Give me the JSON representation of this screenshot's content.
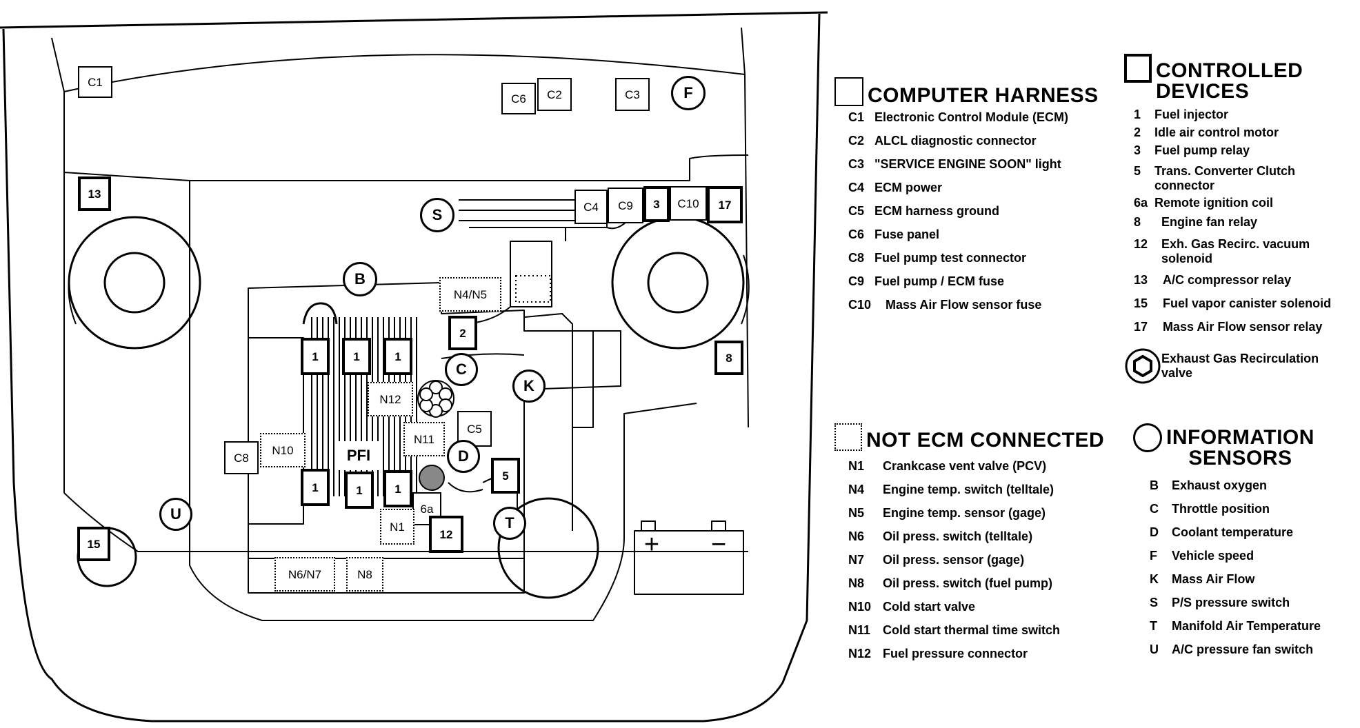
{
  "diagram": {
    "labels": {
      "C1": "C1",
      "C6": "C6",
      "C2": "C2",
      "C3": "C3",
      "F": "F",
      "n13": "13",
      "S": "S",
      "C4": "C4",
      "C9": "C9",
      "n3": "3",
      "C10": "C10",
      "n17": "17",
      "B": "B",
      "N4N5": "N4/N5",
      "n2": "2",
      "inj1": "1",
      "C": "C",
      "K": "K",
      "n8": "8",
      "N12": "N12",
      "C5": "C5",
      "C8": "C8",
      "N10": "N10",
      "PFI": "PFI",
      "N11": "N11",
      "D": "D",
      "n5": "5",
      "six_a": "6a",
      "U": "U",
      "N1": "N1",
      "n12": "12",
      "T": "T",
      "n15": "15",
      "N6N7": "N6/N7",
      "N8": "N8",
      "plus": "+",
      "minus": "−"
    }
  },
  "legend": {
    "computer_harness": {
      "title": "COMPUTER HARNESS",
      "items": [
        {
          "code": "C1",
          "text": "Electronic Control Module (ECM)"
        },
        {
          "code": "C2",
          "text": "ALCL diagnostic connector"
        },
        {
          "code": "C3",
          "text": "\"SERVICE ENGINE SOON\" light"
        },
        {
          "code": "C4",
          "text": "ECM power"
        },
        {
          "code": "C5",
          "text": "ECM harness ground"
        },
        {
          "code": "C6",
          "text": "Fuse panel"
        },
        {
          "code": "C8",
          "text": "Fuel pump test connector"
        },
        {
          "code": "C9",
          "text": "Fuel pump / ECM fuse"
        },
        {
          "code": "C10",
          "text": "Mass Air Flow sensor fuse"
        }
      ]
    },
    "controlled_devices": {
      "title": "CONTROLLED\nDEVICES",
      "items": [
        {
          "code": "1",
          "text": "Fuel injector"
        },
        {
          "code": "2",
          "text": "Idle air control motor"
        },
        {
          "code": "3",
          "text": "Fuel pump relay"
        },
        {
          "code": "5",
          "text": "Trans. Converter Clutch\nconnector"
        },
        {
          "code": "6a",
          "text": "Remote ignition coil"
        },
        {
          "code": "8",
          "text": "Engine fan relay"
        },
        {
          "code": "12",
          "text": "Exh. Gas Recirc. vacuum\nsolenoid"
        },
        {
          "code": "13",
          "text": "A/C compressor relay"
        },
        {
          "code": "15",
          "text": "Fuel vapor canister solenoid"
        },
        {
          "code": "17",
          "text": "Mass Air Flow sensor relay"
        }
      ],
      "egr_text": "Exhaust Gas Recirculation\nvalve"
    },
    "not_ecm": {
      "title": "NOT ECM CONNECTED",
      "items": [
        {
          "code": "N1",
          "text": "Crankcase vent valve (PCV)"
        },
        {
          "code": "N4",
          "text": "Engine temp. switch (telltale)"
        },
        {
          "code": "N5",
          "text": "Engine temp. sensor (gage)"
        },
        {
          "code": "N6",
          "text": "Oil press. switch (telltale)"
        },
        {
          "code": "N7",
          "text": "Oil press. sensor (gage)"
        },
        {
          "code": "N8",
          "text": "Oil press. switch (fuel pump)"
        },
        {
          "code": "N10",
          "text": "Cold start valve"
        },
        {
          "code": "N11",
          "text": "Cold start thermal time switch"
        },
        {
          "code": "N12",
          "text": "Fuel pressure connector"
        }
      ]
    },
    "info_sensors": {
      "title": "INFORMATION\nSENSORS",
      "items": [
        {
          "code": "B",
          "text": "Exhaust oxygen"
        },
        {
          "code": "C",
          "text": "Throttle position"
        },
        {
          "code": "D",
          "text": "Coolant temperature"
        },
        {
          "code": "F",
          "text": "Vehicle speed"
        },
        {
          "code": "K",
          "text": "Mass Air Flow"
        },
        {
          "code": "S",
          "text": "P/S pressure switch"
        },
        {
          "code": "T",
          "text": "Manifold Air Temperature"
        },
        {
          "code": "U",
          "text": "A/C pressure fan switch"
        }
      ]
    }
  }
}
